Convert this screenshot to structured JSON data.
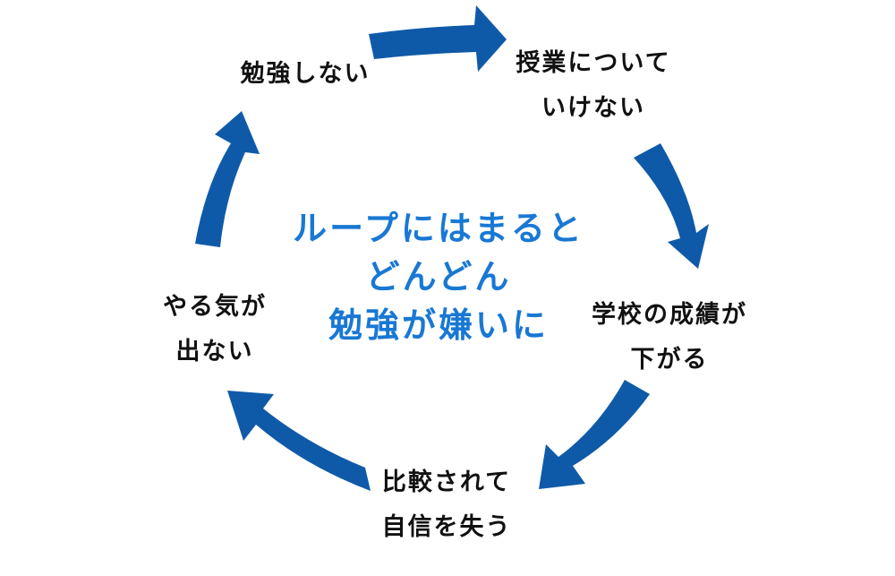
{
  "colors": {
    "arrow": "#0F5AA8",
    "center_text": "#1878D4",
    "node_text": "#111111",
    "background": "#FFFFFF"
  },
  "center": {
    "lines": [
      "ループにはまると",
      "どんどん",
      "勉強が嫌いに"
    ]
  },
  "nodes": [
    {
      "id": "no-study",
      "lines": [
        "勉強しない"
      ]
    },
    {
      "id": "cant-follow-class",
      "lines": [
        "授業について",
        "いけない"
      ]
    },
    {
      "id": "grades-drop",
      "lines": [
        "学校の成績が",
        "下がる"
      ]
    },
    {
      "id": "lose-confidence",
      "lines": [
        "比較されて",
        "自信を失う"
      ]
    },
    {
      "id": "no-motivation",
      "lines": [
        "やる気が",
        "出ない"
      ]
    }
  ],
  "arrows": [
    {
      "from": "no-study",
      "to": "cant-follow-class",
      "icon": "arrow-right-icon"
    },
    {
      "from": "cant-follow-class",
      "to": "grades-drop",
      "icon": "arrow-down-icon"
    },
    {
      "from": "grades-drop",
      "to": "lose-confidence",
      "icon": "arrow-down-left-icon"
    },
    {
      "from": "lose-confidence",
      "to": "no-motivation",
      "icon": "arrow-up-left-icon"
    },
    {
      "from": "no-motivation",
      "to": "no-study",
      "icon": "arrow-up-icon"
    }
  ]
}
